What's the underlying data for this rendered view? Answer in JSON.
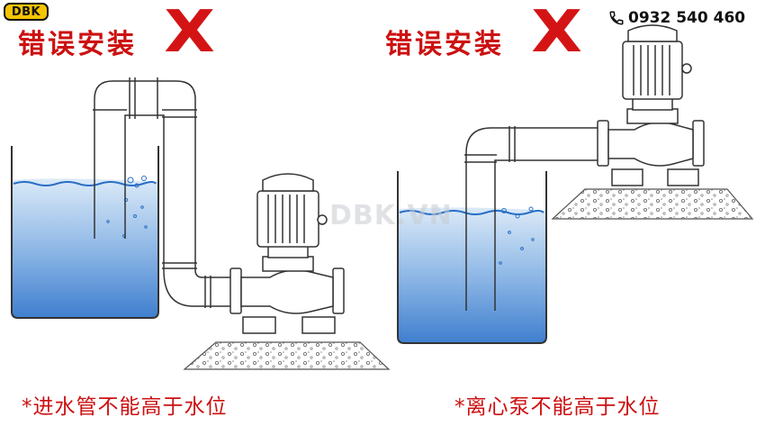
{
  "brand": {
    "logo_text": "DBK",
    "phone": "0932 540 460",
    "watermark": "DBK.VN"
  },
  "left": {
    "heading": "错误安装",
    "mark": "X",
    "caption": "*进水管不能高于水位"
  },
  "right": {
    "heading": "错误安装",
    "mark": "X",
    "caption": "*离心泵不能高于水位"
  },
  "colors": {
    "accent_red": "#cc1111",
    "water_blue": "#5b93d6",
    "logo_yellow": "#f5c400"
  }
}
